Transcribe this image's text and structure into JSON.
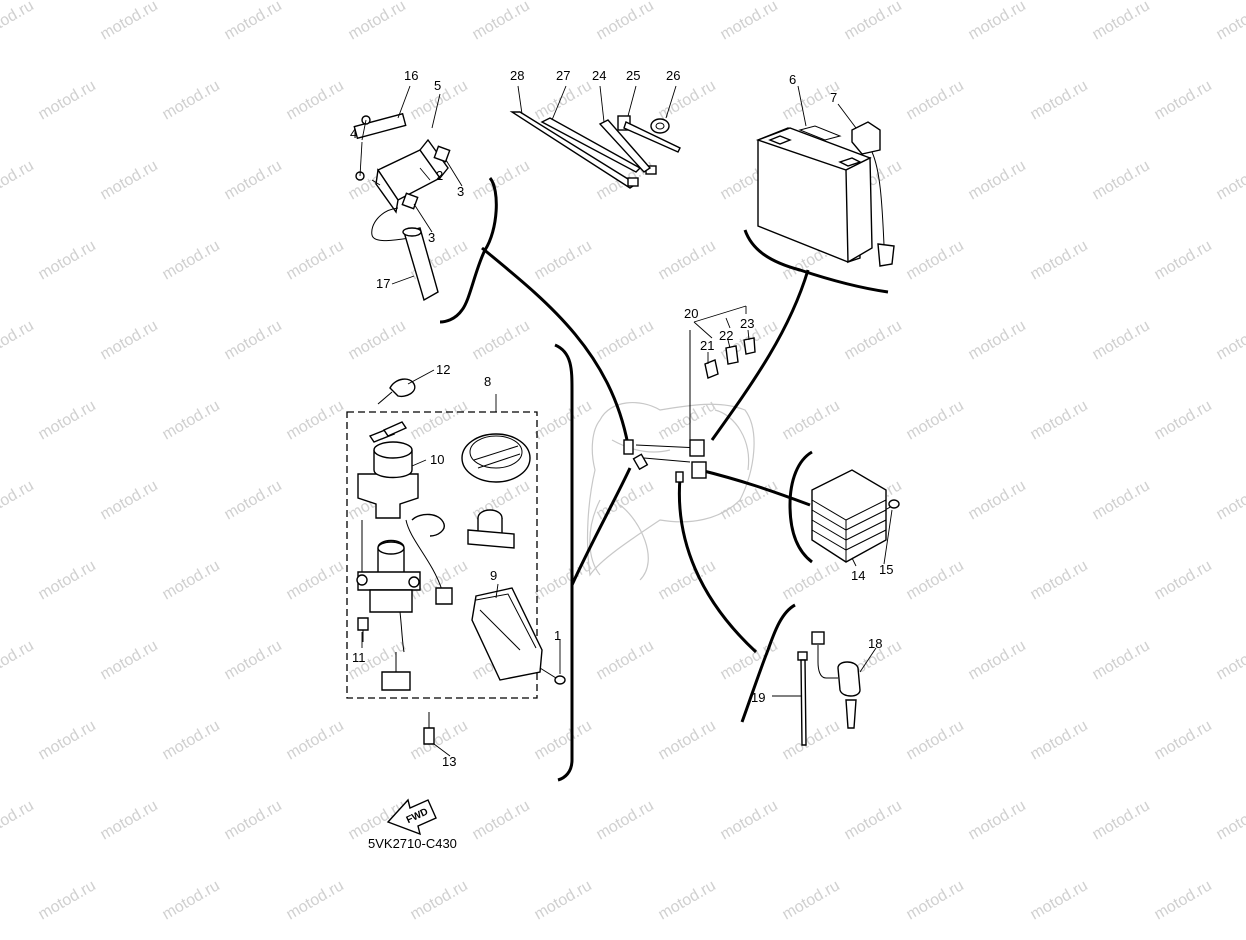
{
  "watermark": "motod.ru",
  "diagram_code": "5VK2710-C430",
  "fwd_label": "FWD",
  "callouts": [
    "1",
    "2",
    "3",
    "3",
    "4",
    "5",
    "6",
    "7",
    "8",
    "9",
    "10",
    "11",
    "12",
    "13",
    "14",
    "15",
    "16",
    "17",
    "18",
    "19",
    "20",
    "21",
    "22",
    "23",
    "24",
    "25",
    "26",
    "27",
    "28"
  ]
}
